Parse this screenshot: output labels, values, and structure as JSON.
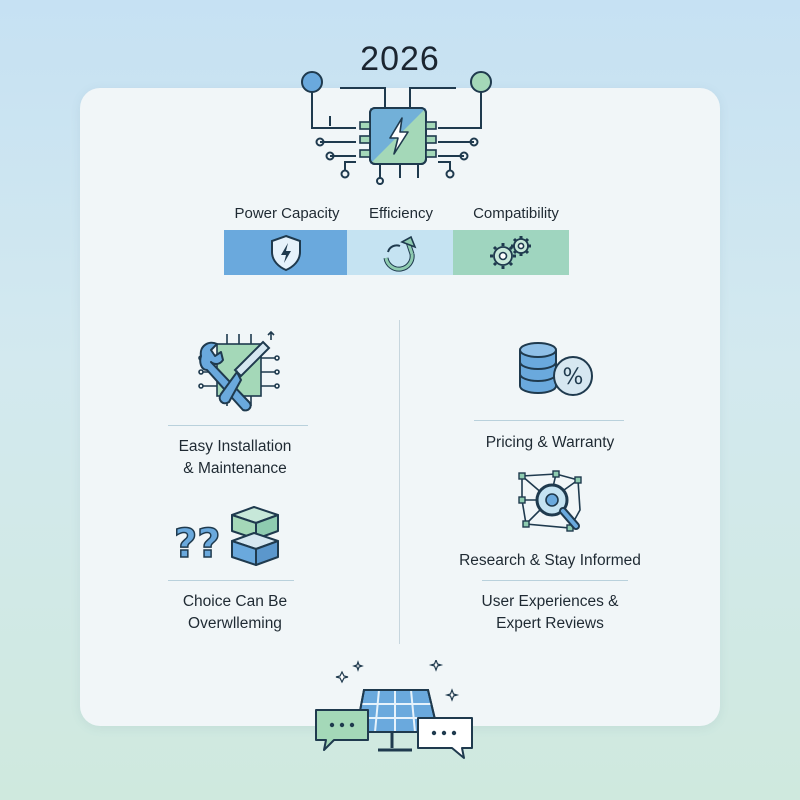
{
  "title": "2026",
  "categories": [
    {
      "label": "Power Capacity",
      "icon": "shield-bolt-icon",
      "color": "#6aa9dd"
    },
    {
      "label": "Efficiency",
      "icon": "recycle-arrow-icon",
      "color": "#c5e3f2"
    },
    {
      "label": "Compatibility",
      "icon": "gears-icon",
      "color": "#9fd5bf"
    }
  ],
  "left_items": [
    {
      "line1": "Easy Installation",
      "line2": "& Maintenance",
      "icon": "wrench-screwdriver-icon"
    },
    {
      "line1": "Choice Can Be",
      "line2": "Overwlleming",
      "icon": "question-boxes-icon"
    }
  ],
  "right_items": [
    {
      "line1": "Pricing & Warranty",
      "icon": "coins-percent-icon"
    },
    {
      "line1": "Research & Stay Informed",
      "icon": "magnifier-network-icon"
    },
    {
      "line1": "User Experiences &",
      "line2": "Expert Reviews",
      "icon": "solar-panel-chat-icon"
    }
  ],
  "colors": {
    "blue": "#6aa9dd",
    "light_blue": "#c5e3f2",
    "green": "#9fd5bf",
    "ink": "#1f3a4e"
  }
}
